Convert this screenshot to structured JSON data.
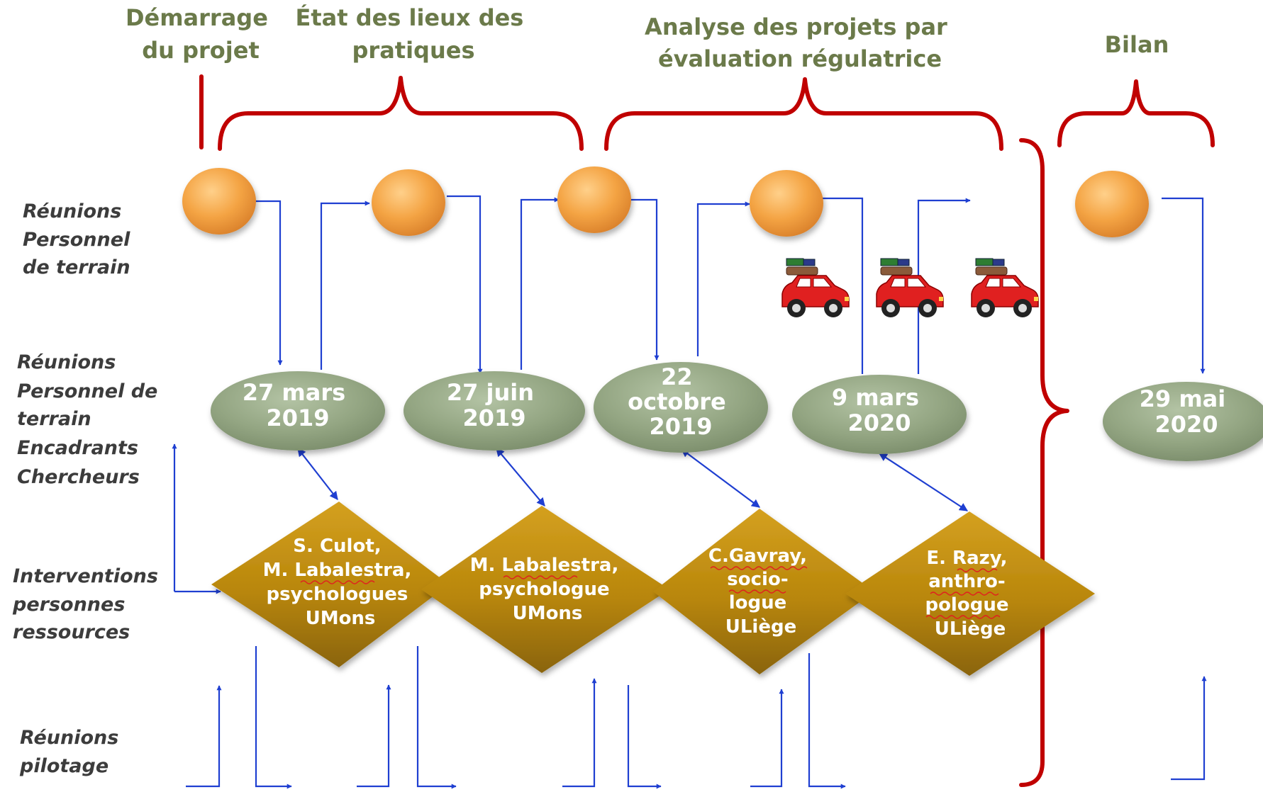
{
  "phases": {
    "demarrage": [
      "Démarrage",
      "du projet"
    ],
    "etat": [
      "État des lieux des",
      "pratiques"
    ],
    "analyse": [
      "Analyse des projets  par",
      "évaluation régulatrice"
    ],
    "bilan": [
      "Bilan"
    ]
  },
  "rows": {
    "terrain": [
      "Réunions",
      "Personnel",
      "de terrain"
    ],
    "mixte": [
      "Réunions",
      "Personnel de",
      "terrain",
      "Encadrants",
      "Chercheurs"
    ],
    "interventions": [
      "Interventions",
      "personnes",
      "ressources"
    ],
    "pilotage": [
      "Réunions",
      "pilotage"
    ]
  },
  "dates": [
    [
      "27 mars",
      "2019"
    ],
    [
      "27 juin",
      "2019"
    ],
    [
      "22",
      "octobre",
      "2019"
    ],
    [
      "9 mars",
      "2020"
    ],
    [
      "29 mai",
      "2020"
    ]
  ],
  "interventions": [
    [
      "S. Culot,",
      "M. Labalestra,",
      "psychologues",
      "UMons"
    ],
    [
      "M. Labalestra,",
      "psychologue",
      "UMons"
    ],
    [
      "C.Gavray,",
      "socio-",
      "logue",
      "ULiège"
    ],
    [
      "E. Razy,",
      "anthro-",
      "pologue",
      "ULiège"
    ]
  ],
  "icons": {
    "meeting": "orange-circle-icon",
    "car": "car-with-luggage-icon"
  },
  "colors": {
    "phase_text": "#6b7a4a",
    "brace": "#c00000",
    "arrow": "#1f3fd1",
    "meeting_circle": "#f0a040",
    "date_ellipse": "#93a582",
    "intervention_diamond": "#b8860b",
    "car": "#e02020"
  }
}
